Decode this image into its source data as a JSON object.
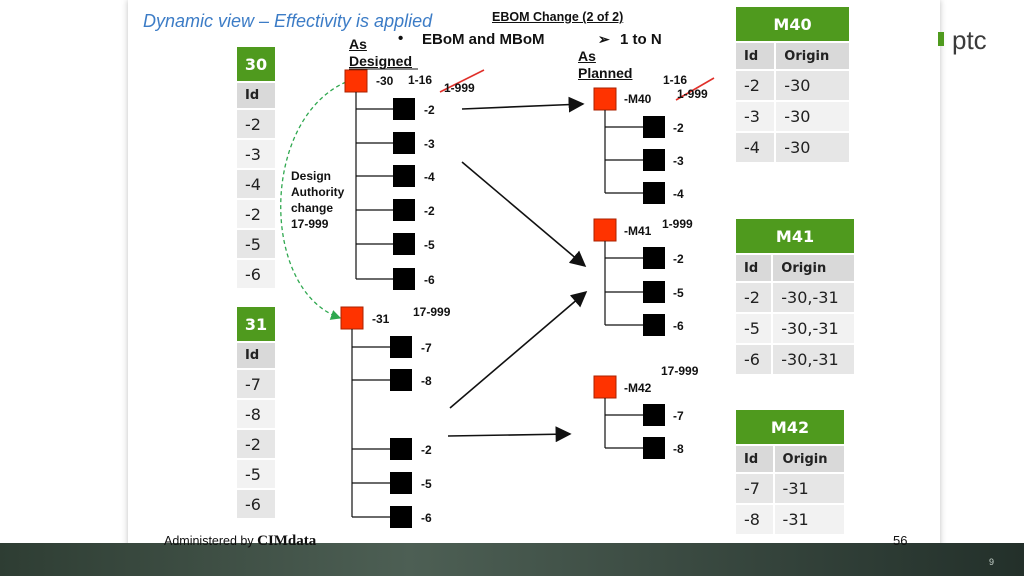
{
  "header": {
    "title": "Dynamic view – Effectivity is applied",
    "ebom_change": "EBOM Change (2 of 2)",
    "bullet_text": "EBoM and MBoM",
    "bullet_glyph": "•",
    "arrow_glyph": "➢",
    "arrow_text": "1 to N",
    "as_designed": [
      "As",
      "Designed"
    ],
    "as_planned": [
      "As",
      "Planned"
    ]
  },
  "design_authority": [
    "Design",
    "Authority",
    "change",
    "17-999"
  ],
  "designed_tree": {
    "root_30": {
      "label": "-30",
      "eff": "1-16",
      "eff_old": "1-999",
      "children": [
        "-2",
        "-3",
        "-4",
        "-2",
        "-5",
        "-6"
      ]
    },
    "root_31": {
      "label": "-31",
      "eff": "17-999",
      "children": [
        "-7",
        "-8",
        "-2",
        "-5",
        "-6"
      ]
    }
  },
  "planned_tree": {
    "m40": {
      "label": "-M40",
      "eff": "1-16",
      "eff_old": "1-999",
      "children": [
        "-2",
        "-3",
        "-4"
      ]
    },
    "m41": {
      "label": "-M41",
      "eff": "1-999",
      "children": [
        "-2",
        "-5",
        "-6"
      ]
    },
    "m42": {
      "label": "-M42",
      "eff": "17-999",
      "children": [
        "-7",
        "-8"
      ]
    }
  },
  "left_tables": {
    "t30": {
      "header": "30",
      "col": "Id",
      "rows": [
        "-2",
        "-3",
        "-4",
        "-2",
        "-5",
        "-6"
      ]
    },
    "t31": {
      "header": "31",
      "col": "Id",
      "rows": [
        "-7",
        "-8",
        "-2",
        "-5",
        "-6"
      ]
    }
  },
  "right_tables": {
    "m40": {
      "header": "M40",
      "cols": [
        "Id",
        "Origin"
      ],
      "rows": [
        [
          "-2",
          "-30"
        ],
        [
          "-3",
          "-30"
        ],
        [
          "-4",
          "-30"
        ]
      ]
    },
    "m41": {
      "header": "M41",
      "cols": [
        "Id",
        "Origin"
      ],
      "rows": [
        [
          "-2",
          "-30,-31"
        ],
        [
          "-5",
          "-30,-31"
        ],
        [
          "-6",
          "-30,-31"
        ]
      ]
    },
    "m42": {
      "header": "M42",
      "cols": [
        "Id",
        "Origin"
      ],
      "rows": [
        [
          "-7",
          "-31"
        ],
        [
          "-8",
          "-31"
        ]
      ]
    }
  },
  "footer": {
    "administered_by": "Administered by",
    "brand": "CIMdata",
    "page": "56"
  },
  "logo": {
    "text": "ptc"
  },
  "slide_number": "9",
  "colors": {
    "red_node": "#ff3300",
    "green_header": "#4f9a1e",
    "title_blue": "#3c7cc6",
    "connector_green": "#2fa84f"
  }
}
